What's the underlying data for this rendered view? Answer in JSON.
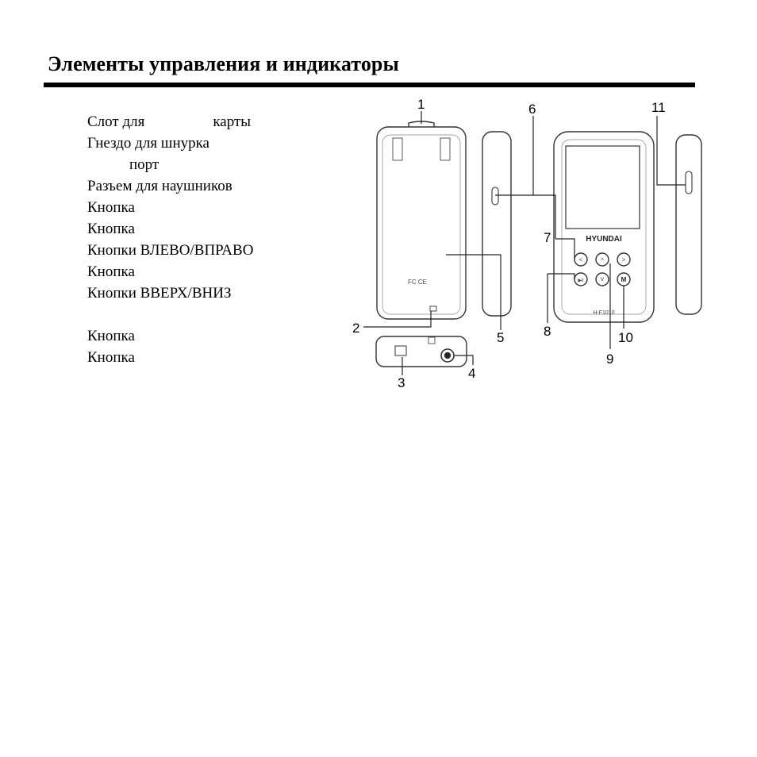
{
  "page": {
    "title": "Элементы управления и индикаторы"
  },
  "items": [
    {
      "text_a": "Слот для",
      "text_b": "карты"
    },
    {
      "text": "Гнездо для шнурка"
    },
    {
      "text": "порт"
    },
    {
      "text": "Разъем для наушников"
    },
    {
      "text": "Кнопка"
    },
    {
      "text": "Кнопка"
    },
    {
      "text": "Кнопки ВЛЕВО/ВПРАВО"
    },
    {
      "text": "Кнопка"
    },
    {
      "text": "Кнопки ВВЕРХ/ВНИЗ"
    },
    {
      "text": "Кнопка"
    },
    {
      "text": "Кнопка"
    }
  ],
  "figure": {
    "callouts": [
      "1",
      "2",
      "3",
      "4",
      "5",
      "6",
      "7",
      "8",
      "9",
      "10",
      "11"
    ],
    "brand": "HYUNDAI",
    "model": "H-F1010",
    "back_marks": "FC CE",
    "button_symbols": {
      "left": "<",
      "right": ">",
      "up": "^",
      "down": "v",
      "play": "▶‖",
      "menu": "M"
    }
  }
}
